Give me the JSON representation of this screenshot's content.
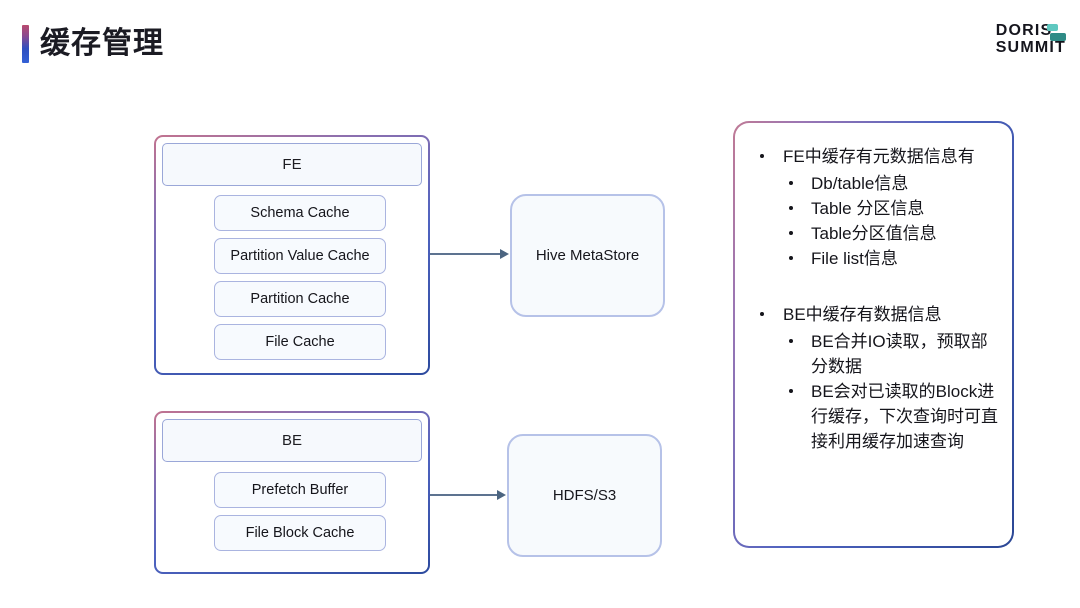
{
  "header": {
    "title": "缓存管理",
    "brand_line1": "DORIS",
    "brand_line2": "SUMMIT",
    "accent_gradient_from": "#b94a6e",
    "accent_gradient_to": "#3461d6",
    "brand_mark_top_color": "#5ec8c0",
    "brand_mark_bottom_color": "#2f8b86"
  },
  "diagram": {
    "fe_group": {
      "header_label": "FE",
      "items": [
        {
          "label": "Schema Cache"
        },
        {
          "label": "Partition Value Cache"
        },
        {
          "label": "Partition Cache"
        },
        {
          "label": "File Cache"
        }
      ]
    },
    "be_group": {
      "header_label": "BE",
      "items": [
        {
          "label": "Prefetch Buffer"
        },
        {
          "label": "File Block Cache"
        }
      ]
    },
    "external_nodes": [
      {
        "label": "Hive MetaStore"
      },
      {
        "label": "HDFS/S3"
      }
    ],
    "border_gradient_from": "#c2738f",
    "border_gradient_to": "#2c4a9e",
    "arrow_color": "#5d7390"
  },
  "notes": {
    "groups": [
      {
        "main": "FE中缓存有元数据信息有",
        "sub": [
          "Db/table信息",
          "Table 分区信息",
          "Table分区值信息",
          "File list信息"
        ]
      },
      {
        "main": "BE中缓存有数据信息",
        "sub": [
          "BE合并IO读取，预取部分数据",
          "BE会对已读取的Block进行缓存，下次查询时可直接利用缓存加速查询"
        ]
      }
    ]
  }
}
